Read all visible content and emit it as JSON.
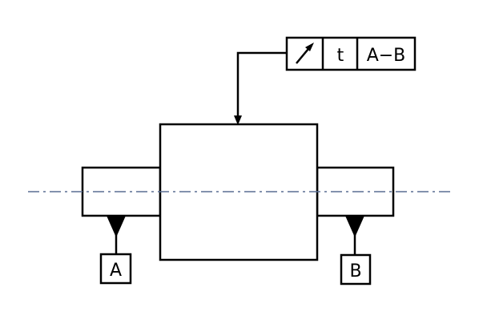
{
  "feature_control_frame": {
    "symbol": "circular-runout-arrow-icon",
    "tolerance": "t",
    "datum_reference": "A−B"
  },
  "datums": [
    {
      "label": "A"
    },
    {
      "label": "B"
    }
  ],
  "colors": {
    "outline": "#000000",
    "centerline": "#5a6f94",
    "background": "#ffffff"
  }
}
